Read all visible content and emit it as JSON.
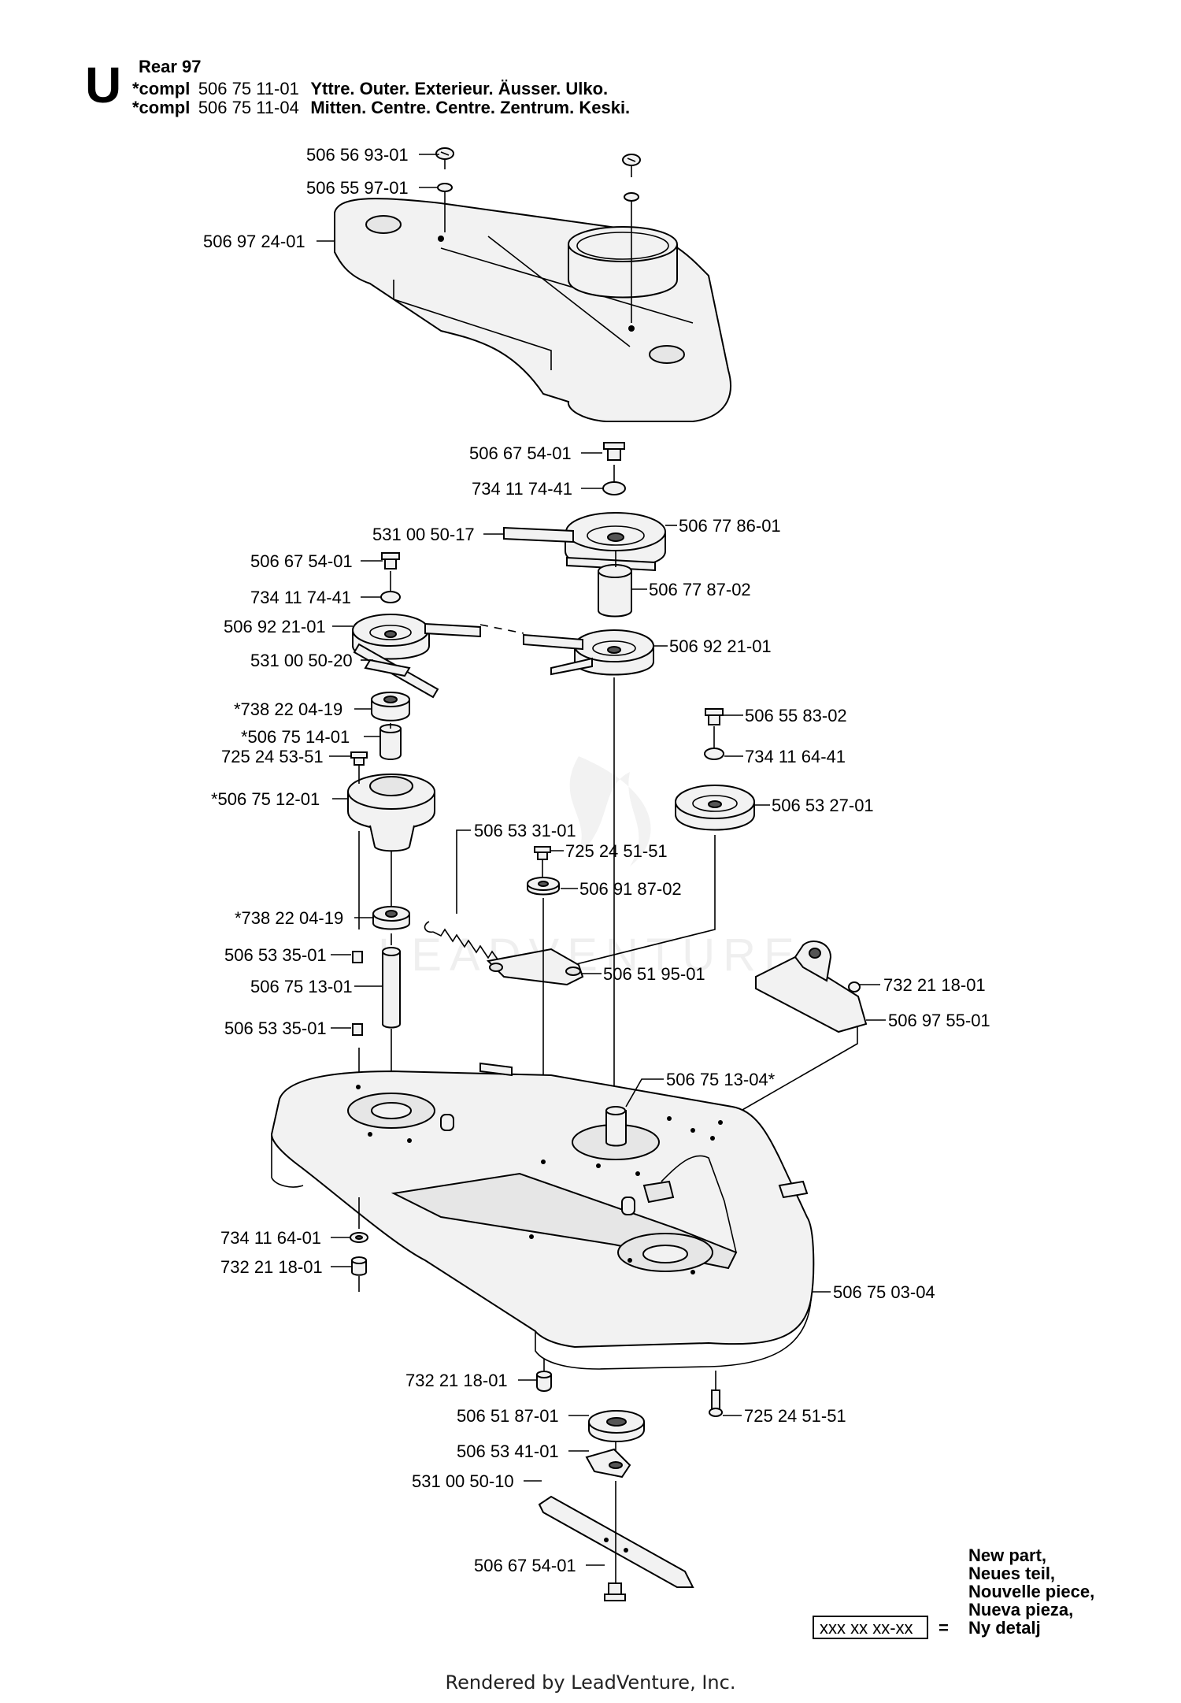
{
  "header": {
    "section_letter": "U",
    "title": "Rear 97",
    "lines": [
      {
        "prefix": "*compl",
        "number": "506 75 11-01",
        "desc": "Yttre. Outer. Exterieur. Äusser. Ulko."
      },
      {
        "prefix": "*compl",
        "number": "506 75 11-04",
        "desc": "Mitten. Centre. Centre. Zentrum. Keski."
      }
    ]
  },
  "parts": [
    "506 56 93-01",
    "506 55 97-01",
    "506 97 24-01",
    "506 67 54-01",
    "734 11 74-41",
    "531 00 50-17",
    "506 77 86-01",
    "506 67 54-01",
    "506 77 87-02",
    "734 11 74-41",
    "506 92 21-01",
    "506 92 21-01",
    "531 00 50-20",
    "*738 22 04-19",
    "506 55 83-02",
    "*506 75 14-01",
    "734 11 64-41",
    "725 24 53-51",
    "*506 75 12-01",
    "506 53 27-01",
    "506 53 31-01",
    "725 24 51-51",
    "506 91 87-02",
    "*738 22 04-19",
    "506 53 35-01",
    "506 51 95-01",
    "506 75 13-01",
    "732 21 18-01",
    "506 97 55-01",
    "506 53 35-01",
    "506 75 13-04*",
    "734 11 64-01",
    "732 21 18-01",
    "506 75 03-04",
    "732 21 18-01",
    "506 51 87-01",
    "725 24 51-51",
    "506 53 41-01",
    "531 00 50-10",
    "506 67 54-01"
  ],
  "legend": {
    "box_text": "xxx xx xx-xx",
    "equals": "=",
    "lines": [
      "New part,",
      "Neues teil,",
      "Nouvelle piece,",
      "Nueva pieza,",
      "Ny detalj"
    ]
  },
  "watermark": "LEADVENTURE",
  "footer": "Rendered by LeadVenture, Inc."
}
